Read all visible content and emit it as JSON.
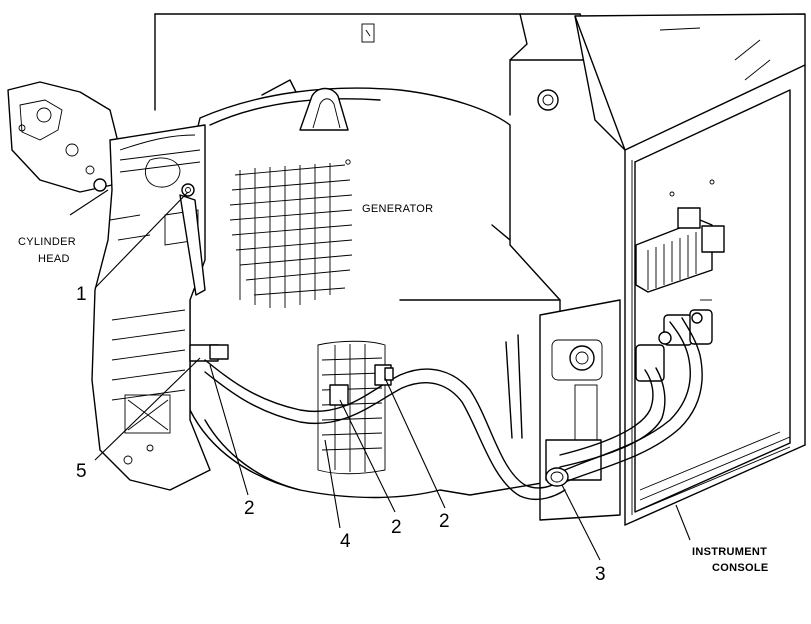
{
  "labels": {
    "cylinder_head": [
      "CYLINDER",
      "HEAD"
    ],
    "generator": "GENERATOR",
    "instrument_console": [
      "INSTRUMENT",
      "CONSOLE"
    ]
  },
  "callouts": [
    "1",
    "5",
    "2",
    "4",
    "2",
    "2",
    "3"
  ]
}
